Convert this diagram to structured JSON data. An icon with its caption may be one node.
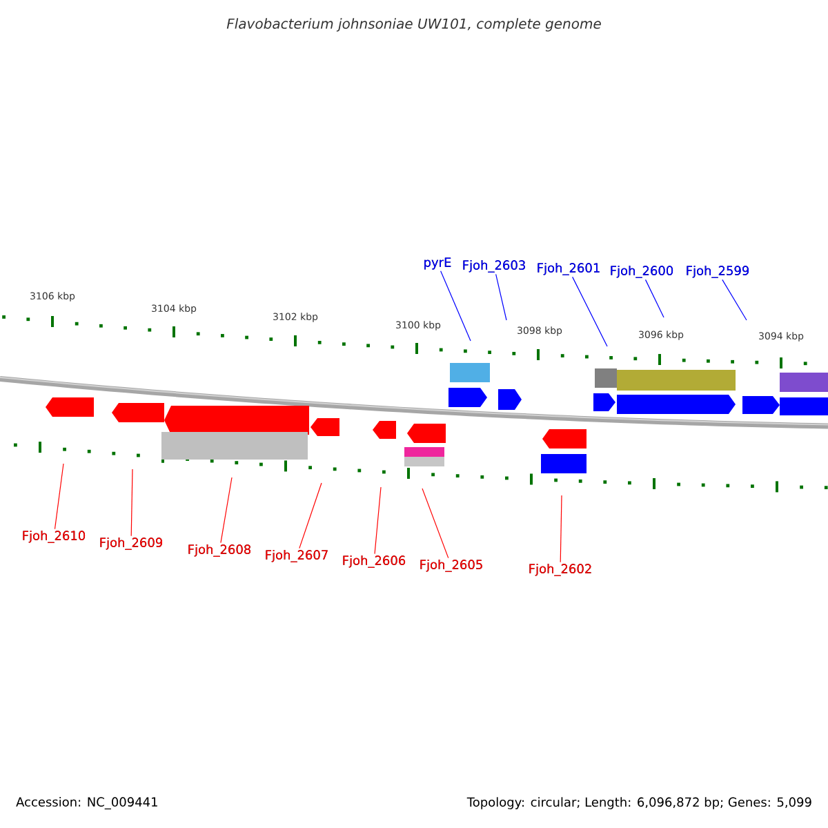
{
  "diagram": {
    "title": "Flavobacterium johnsoniae UW101, complete genome",
    "nodes": [
      {
        "text": [
          "pyrE"
        ]
      },
      {
        "text": [
          "Fjoh_2603"
        ]
      },
      {
        "text": [
          "Fjoh_2601"
        ]
      },
      {
        "text": [
          "Fjoh_2600"
        ]
      },
      {
        "text": [
          "Fjoh_2599"
        ]
      },
      {
        "text": [
          "Fjoh_2610"
        ]
      },
      {
        "text": [
          "Fjoh_2609"
        ]
      },
      {
        "text": [
          "Fjoh_2608"
        ]
      },
      {
        "text": [
          "Fjoh_2607"
        ]
      },
      {
        "text": [
          "Fjoh_2606"
        ]
      },
      {
        "text": [
          "Fjoh_2605"
        ]
      },
      {
        "text": [
          "Fjoh_2602"
        ]
      }
    ],
    "edges": [
      {
        "from": 0,
        "to": null,
        "arrow": "none",
        "color": "#0000ff"
      },
      {
        "from": 1,
        "to": null,
        "arrow": "none",
        "color": "#0000ff"
      },
      {
        "from": 2,
        "to": null,
        "arrow": "none",
        "color": "#0000ff"
      },
      {
        "from": 3,
        "to": null,
        "arrow": "none",
        "color": "#0000ff"
      },
      {
        "from": 4,
        "to": null,
        "arrow": "none",
        "color": "#0000ff"
      },
      {
        "from": 5,
        "to": null,
        "arrow": "none"
      },
      {
        "from": 6,
        "to": null,
        "arrow": "none"
      },
      {
        "from": 7,
        "to": null,
        "arrow": "none"
      },
      {
        "from": 8,
        "to": null,
        "arrow": "none"
      },
      {
        "from": 9,
        "to": null,
        "arrow": "none"
      },
      {
        "from": 10,
        "to": null,
        "arrow": "none"
      },
      {
        "from": 11,
        "to": null,
        "arrow": "none"
      }
    ],
    "labels": [
      "3106 kbp",
      "3104 kbp",
      "3102 kbp",
      "3100 kbp",
      "3098 kbp",
      "3096 kbp",
      "3094 kbp",
      "Accession: NC_009441",
      "Topology: circular; Length: 6,096,872 bp; Genes: 5,099"
    ]
  }
}
